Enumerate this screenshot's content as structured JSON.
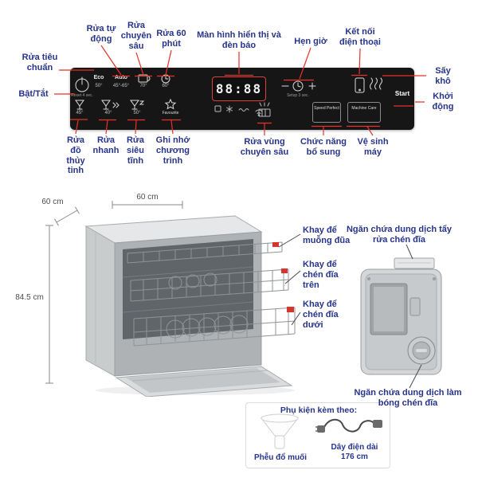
{
  "colors": {
    "accent_red": "#e63229",
    "label_blue": "#27348b",
    "panel_black": "#161616",
    "display_border": "#d8443c"
  },
  "panel_annotations": {
    "standard_wash": "Rửa tiêu chuẩn",
    "power": "Bật/Tắt",
    "auto_wash": "Rửa tự động",
    "intensive_wash": "Rửa chuyên sâu",
    "wash_60": "Rửa 60 phút",
    "display": "Màn hình hiển thị và đèn báo",
    "timer": "Hẹn giờ",
    "phone": "Kết nối điện thoại",
    "dry": "Sấy khô",
    "start": "Khởi động",
    "glass_wash": "Rửa đồ thủy tinh",
    "quick_wash": "Rửa nhanh",
    "silent_wash": "Rửa siêu tĩnh",
    "program_memory": "Ghi nhớ chương trình",
    "zone_wash": "Rửa vùng chuyên sâu",
    "extra_function": "Chức năng bổ sung",
    "machine_clean": "Vệ sinh máy"
  },
  "panel": {
    "reset": "Reset 4 sec.",
    "eco": "Eco",
    "eco_temp": "50°",
    "auto": "Auto",
    "auto_temp": "45°-65°",
    "cup_temp": "70°",
    "clock_temp": "60°",
    "glass_temp": "45°",
    "quick_temp": "40°",
    "silent_temp": "50°",
    "favourite": "Favourite",
    "display_digits": "88:88",
    "setup": "Setup 3 sec.",
    "speed_perfect": "Speed Perfect",
    "machine_care": "Machine Care",
    "start": "Start"
  },
  "dimensions": {
    "width": "60 cm",
    "depth": "60 cm",
    "height": "84.5 cm"
  },
  "callouts": {
    "cutlery_tray": "Khay để muỗng đũa",
    "upper_rack": "Khay để chén đĩa trên",
    "lower_rack": "Khay để chén đĩa dưới",
    "detergent": "Ngăn chứa dung dịch tẩy rửa chén đĩa",
    "rinse_aid": "Ngăn chứa dung dịch làm bóng chén đĩa"
  },
  "accessories": {
    "title": "Phụ kiện kèm theo:",
    "funnel": "Phễu đổ muối",
    "cord": "Dây điện dài 176 cm"
  },
  "icons": {
    "power-icon": "circle-with-line",
    "cup-icon": "mug-outline",
    "clock-icon": "clock-face",
    "wine-glass-icon": "triangle-glass",
    "favourite-star-icon": "star-outline",
    "phone-icon": "smartphone-outline",
    "steam-icon": "wavy-lines",
    "funnel-icon": "white-funnel",
    "power-cord-icon": "coiled-cable"
  }
}
